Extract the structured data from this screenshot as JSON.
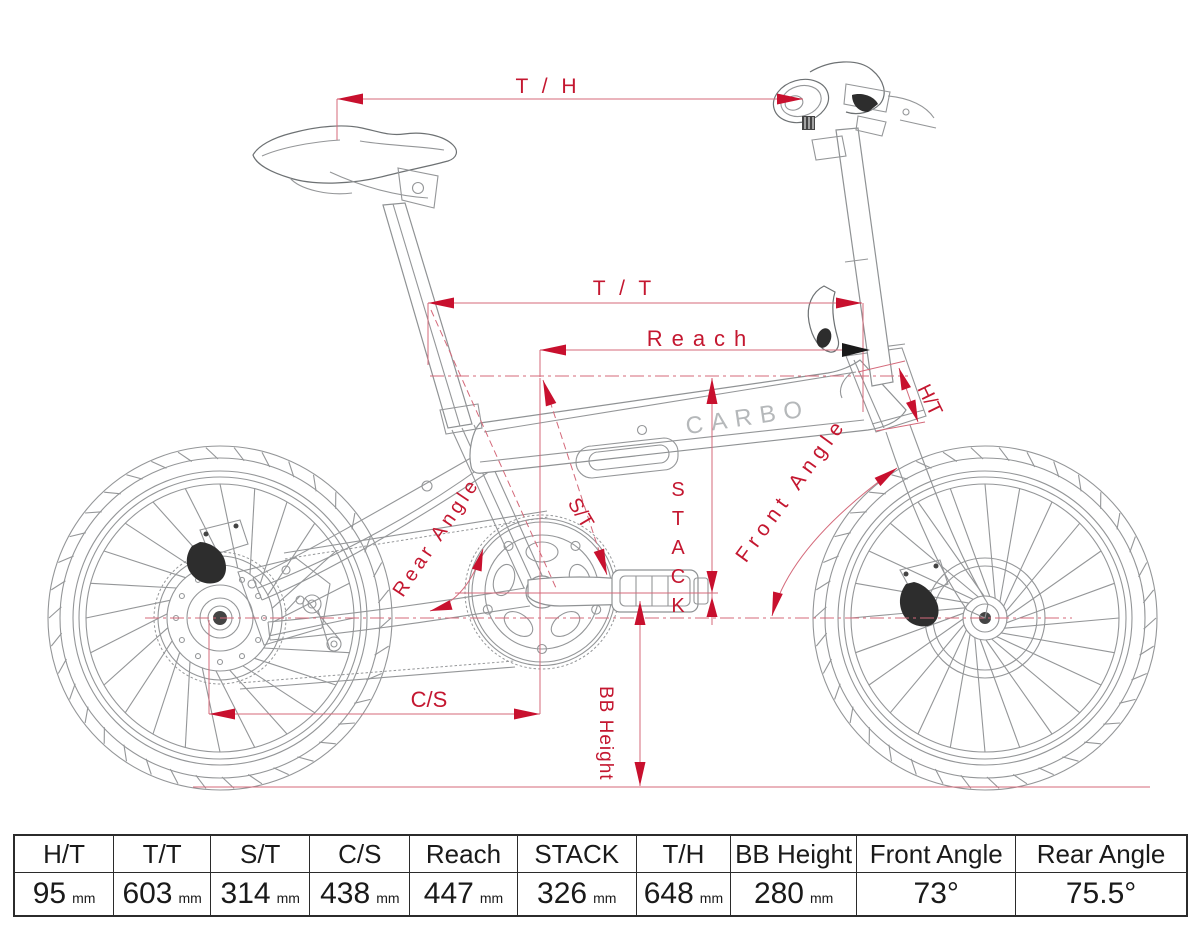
{
  "colors": {
    "dimension_red": "#c8102e",
    "line_gray": "#949698",
    "table_border": "#2b2b2b"
  },
  "diagram": {
    "brand_logo": "CARBO",
    "dimension_labels": {
      "th": "T / H",
      "tt": "T / T",
      "reach": "Reach",
      "stack": "STACK",
      "st": "S/T",
      "ht": "H/T",
      "cs": "C/S",
      "bb_height": "BB Height",
      "front_angle": "Front Angle",
      "rear_angle": "Rear Angle"
    }
  },
  "table": {
    "columns": [
      {
        "label": "H/T",
        "value": "95",
        "unit": "mm"
      },
      {
        "label": "T/T",
        "value": "603",
        "unit": "mm"
      },
      {
        "label": "S/T",
        "value": "314",
        "unit": "mm"
      },
      {
        "label": "C/S",
        "value": "438",
        "unit": "mm"
      },
      {
        "label": "Reach",
        "value": "447",
        "unit": "mm"
      },
      {
        "label": "STACK",
        "value": "326",
        "unit": "mm"
      },
      {
        "label": "T/H",
        "value": "648",
        "unit": "mm"
      },
      {
        "label": "BB Height",
        "value": "280",
        "unit": "mm"
      },
      {
        "label": "Front Angle",
        "value": "73°",
        "unit": ""
      },
      {
        "label": "Rear Angle",
        "value": "75.5°",
        "unit": ""
      }
    ]
  }
}
